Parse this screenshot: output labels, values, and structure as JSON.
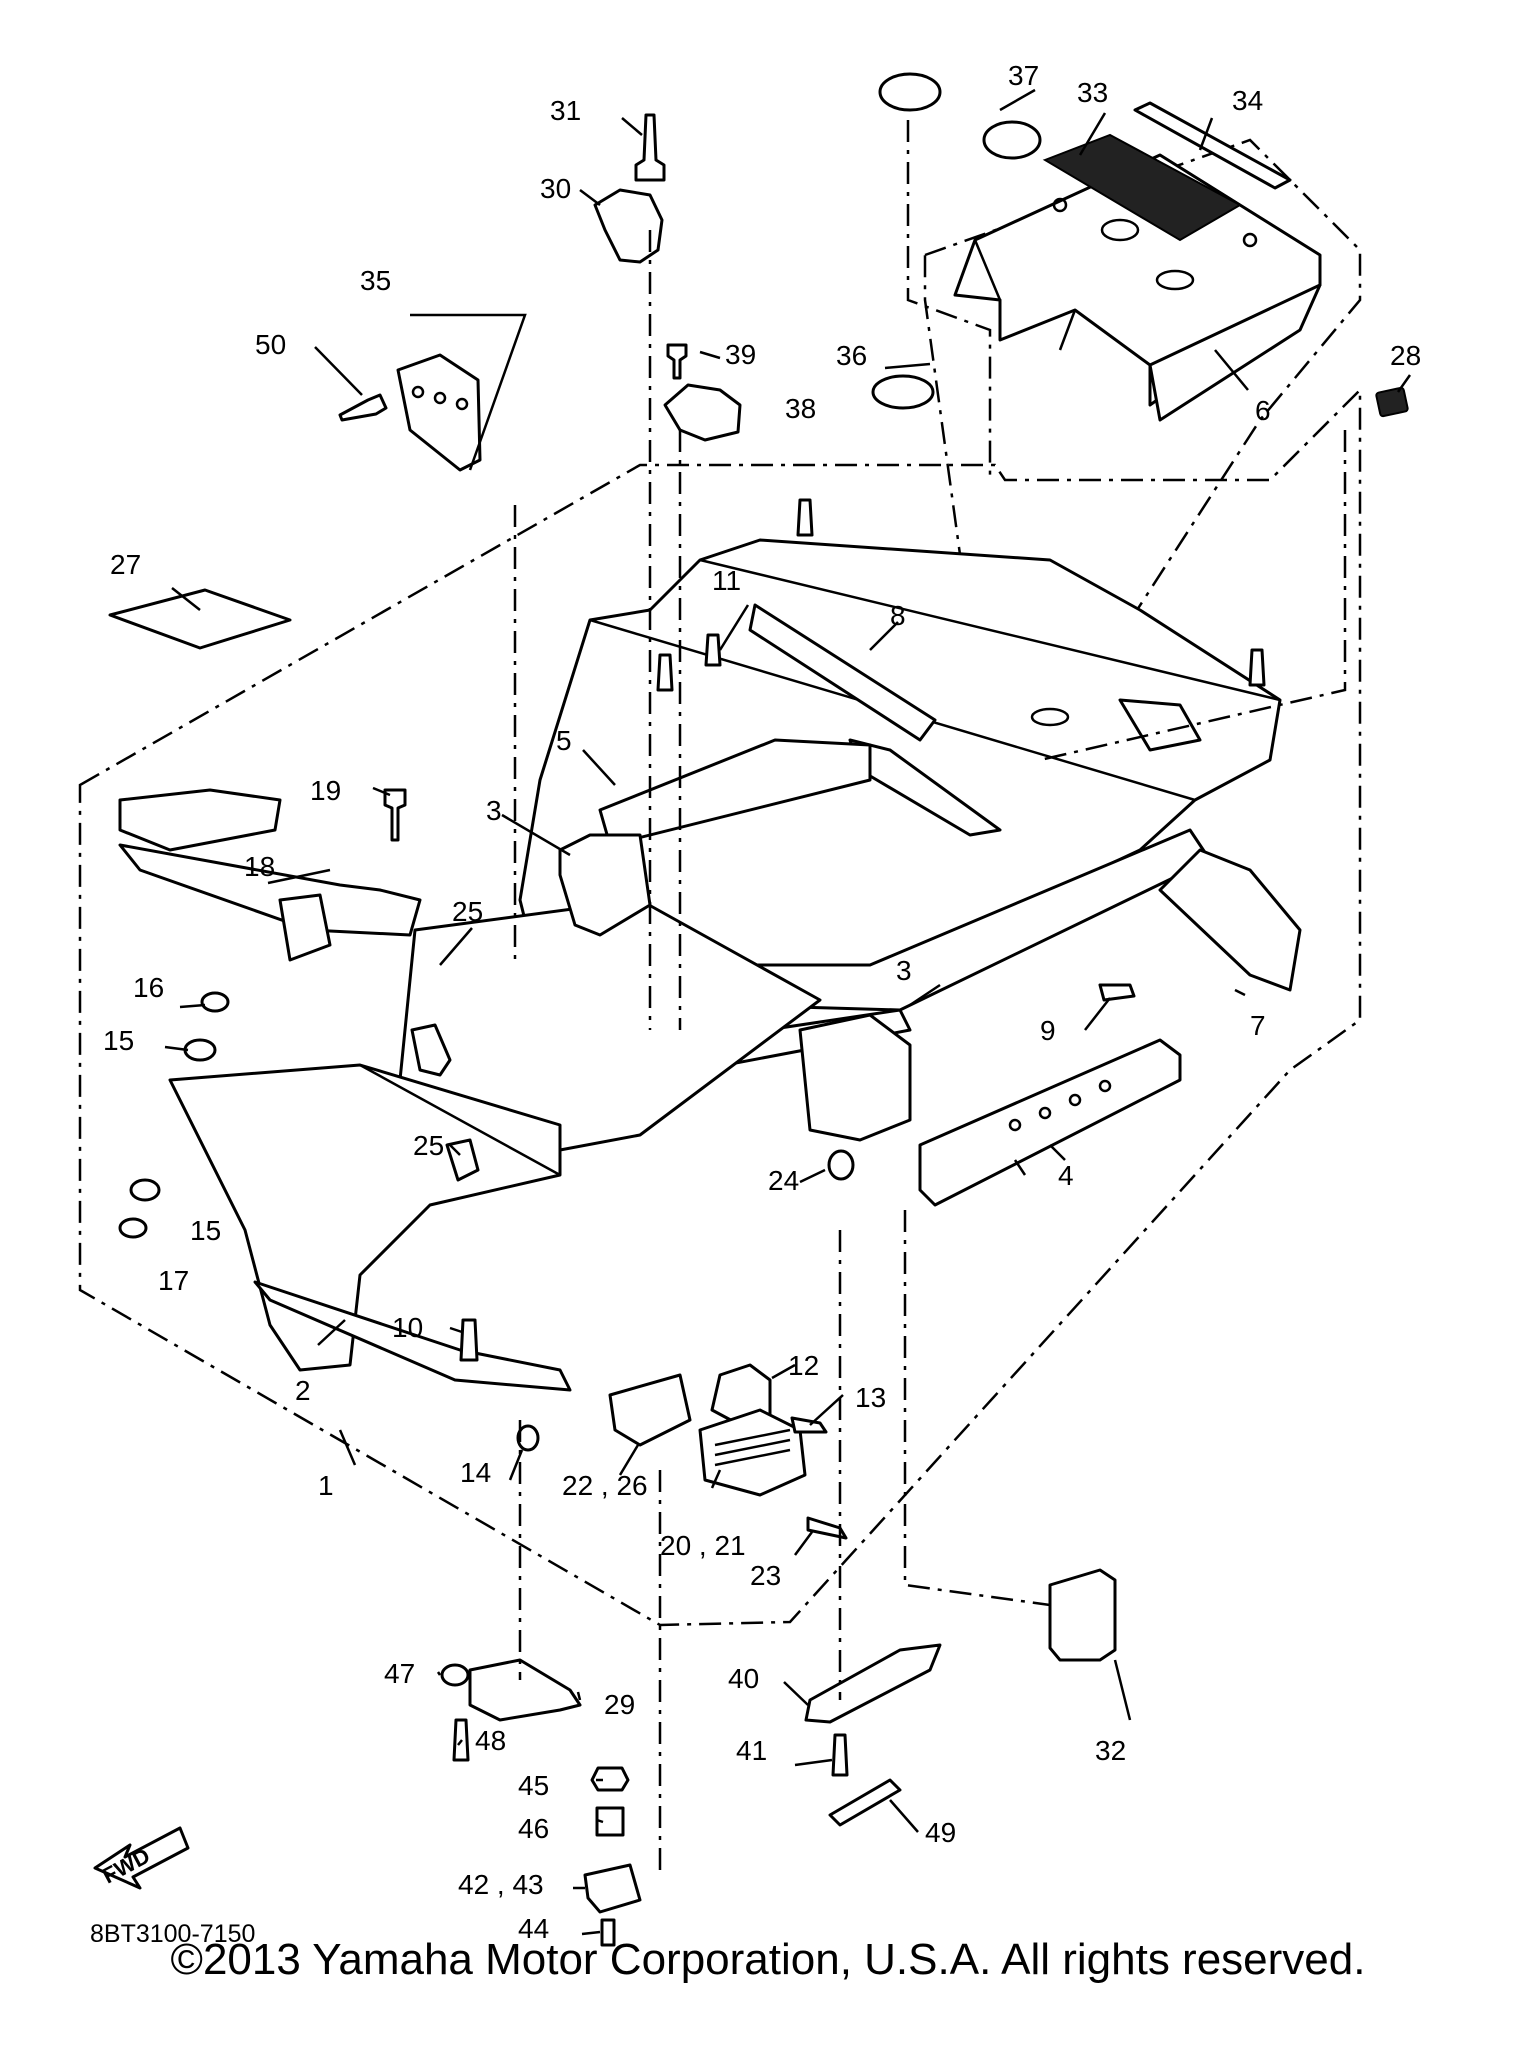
{
  "diagram": {
    "callouts": {
      "c1": "1",
      "c2": "2",
      "c3a": "3",
      "c3b": "3",
      "c4": "4",
      "c5": "5",
      "c6": "6",
      "c7": "7",
      "c8": "8",
      "c9": "9",
      "c10": "10",
      "c11": "11",
      "c12": "12",
      "c13": "13",
      "c14": "14",
      "c15a": "15",
      "c15b": "15",
      "c16": "16",
      "c17": "17",
      "c18": "18",
      "c19": "19",
      "c20_21": "20 , 21",
      "c22_26": "22 , 26",
      "c23": "23",
      "c24": "24",
      "c25a": "25",
      "c25b": "25",
      "c27": "27",
      "c28": "28",
      "c29": "29",
      "c30": "30",
      "c31": "31",
      "c32": "32",
      "c33": "33",
      "c34": "34",
      "c35": "35",
      "c36": "36",
      "c37": "37",
      "c38": "38",
      "c39": "39",
      "c40": "40",
      "c41": "41",
      "c42_43": "42 , 43",
      "c44": "44",
      "c45": "45",
      "c46": "46",
      "c47": "47",
      "c48": "48",
      "c49": "49",
      "c50": "50"
    },
    "fwd_label": "FWD",
    "diagram_code": "8BT3100-7150"
  },
  "footer": {
    "copyright": "©2013 Yamaha Motor Corporation, U.S.A. All rights reserved."
  }
}
